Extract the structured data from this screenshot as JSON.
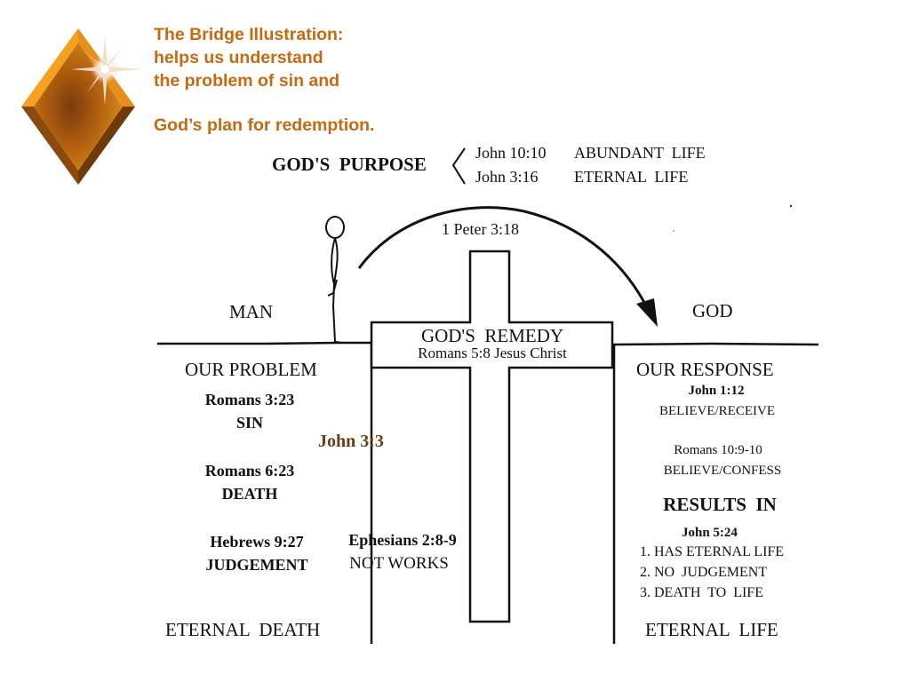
{
  "slide": {
    "title_lines": [
      "The Bridge Illustration:",
      "helps us understand",
      "the problem of sin and",
      "God’s plan for redemption."
    ],
    "logo_icon": "orange-diamond-gem-with-sparkle-icon",
    "accent_color": "#c8690f",
    "reference_color": "#6b3f12"
  },
  "purpose": {
    "label": "GOD'S  PURPOSE",
    "items": [
      {
        "ref": "John 10:10",
        "text": "ABUNDANT  LIFE"
      },
      {
        "ref": "John 3:16",
        "text": "ETERNAL  LIFE"
      }
    ]
  },
  "diagram": {
    "arc_label": "1 Peter 3:18",
    "man_label": "MAN",
    "god_label": "GOD",
    "remedy": {
      "title": "GOD'S  REMEDY",
      "subtitle": "Romans 5:8 Jesus Christ"
    },
    "problem": {
      "heading": "OUR PROBLEM",
      "items": [
        {
          "ref": "Romans 3:23",
          "text": "SIN"
        },
        {
          "ref": "Romans 6:23",
          "text": "DEATH"
        },
        {
          "ref": "Hebrews 9:27",
          "text": "JUDGEMENT"
        }
      ],
      "outcome": "ETERNAL  DEATH"
    },
    "chasm_ref": "John 3:3",
    "not_works": {
      "ref": "Ephesians 2:8-9",
      "text": "NOT WORKS"
    },
    "response": {
      "heading": "OUR RESPONSE",
      "items": [
        {
          "ref": "John 1:12",
          "text": "BELIEVE/RECEIVE"
        },
        {
          "ref": "Romans 10:9-10",
          "text": "BELIEVE/CONFESS"
        }
      ],
      "results_heading": "RESULTS  IN",
      "results_ref": "John 5:24",
      "results": [
        "1. HAS ETERNAL LIFE",
        "2. NO  JUDGEMENT",
        "3. DEATH  TO  LIFE"
      ],
      "outcome": "ETERNAL  LIFE"
    }
  }
}
